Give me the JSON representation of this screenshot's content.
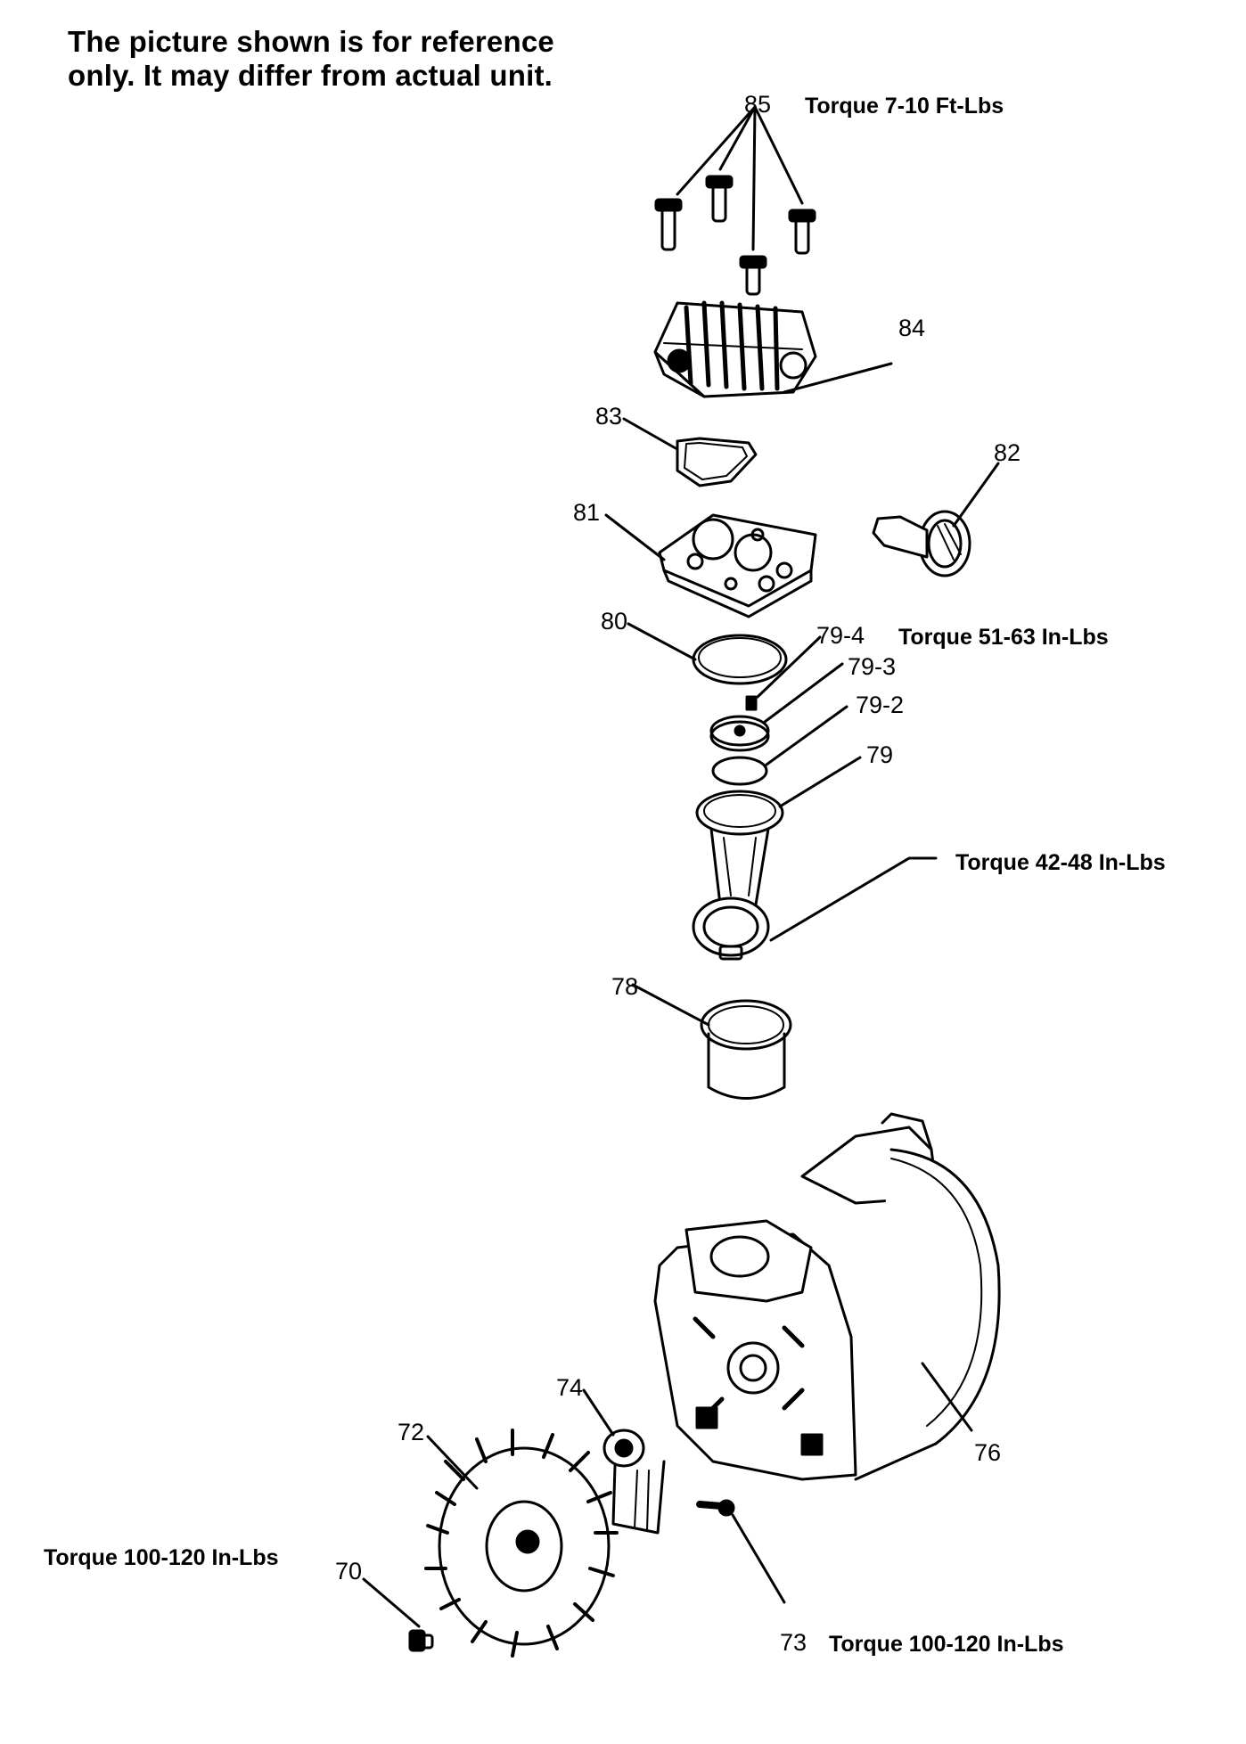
{
  "note": {
    "line1": "The picture shown is for reference",
    "line2": "only. It may differ from actual unit."
  },
  "callouts": {
    "p85": "85",
    "p84": "84",
    "p83": "83",
    "p82": "82",
    "p81": "81",
    "p80": "80",
    "p79_4": "79-4",
    "p79_3": "79-3",
    "p79_2": "79-2",
    "p79": "79",
    "p78": "78",
    "p76": "76",
    "p74": "74",
    "p73": "73",
    "p72": "72",
    "p70": "70"
  },
  "torque": {
    "t85": "Torque 7-10 Ft-Lbs",
    "t79_4": "Torque 51-63 In-Lbs",
    "t_rod": "Torque 42-48 In-Lbs",
    "t70": "Torque 100-120 In-Lbs",
    "t73": "Torque 100-120 In-Lbs"
  }
}
